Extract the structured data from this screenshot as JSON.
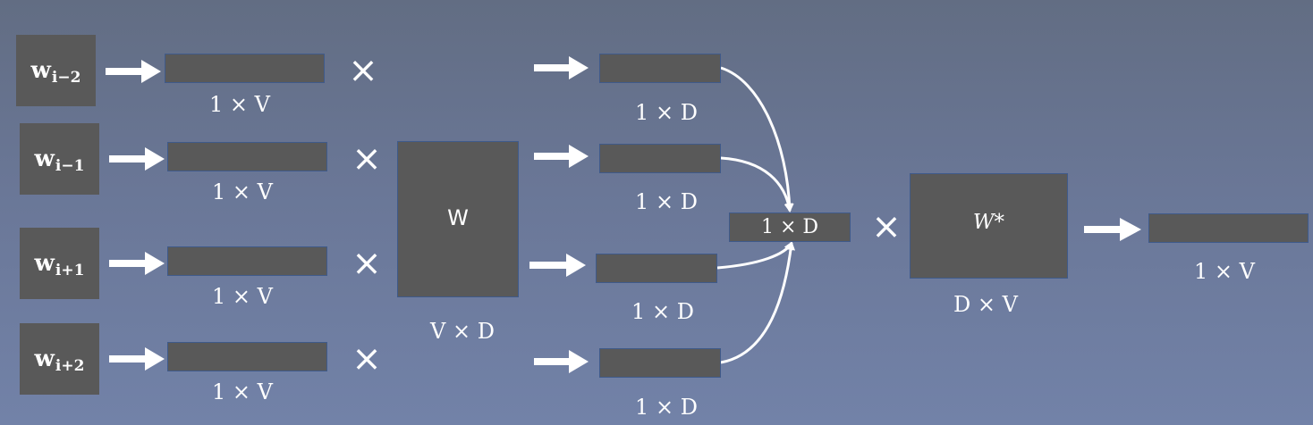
{
  "context_words": [
    {
      "id": "w_i-2",
      "base": "w",
      "sub": "i−2",
      "onehot_label": "1 × V",
      "embed_label": "1 × D"
    },
    {
      "id": "w_i-1",
      "base": "w",
      "sub": "i−1",
      "onehot_label": "1 × V",
      "embed_label": "1 × D"
    },
    {
      "id": "w_i+1",
      "base": "w",
      "sub": "i+1",
      "onehot_label": "1 × V",
      "embed_label": "1 × D"
    },
    {
      "id": "w_i+2",
      "base": "w",
      "sub": "i+2",
      "onehot_label": "1 × V",
      "embed_label": "1 × D"
    }
  ],
  "multiply_symbol": "×",
  "input_matrix": {
    "name": "W",
    "dims": "V × D"
  },
  "hidden": {
    "label": "1 × D"
  },
  "output_matrix": {
    "name": "W*",
    "dims": "D × V"
  },
  "output": {
    "label": "1 × V"
  },
  "colors": {
    "box": "#595959",
    "border": "#3f5a8a",
    "text": "#ffffff",
    "arrow": "#ffffff"
  }
}
